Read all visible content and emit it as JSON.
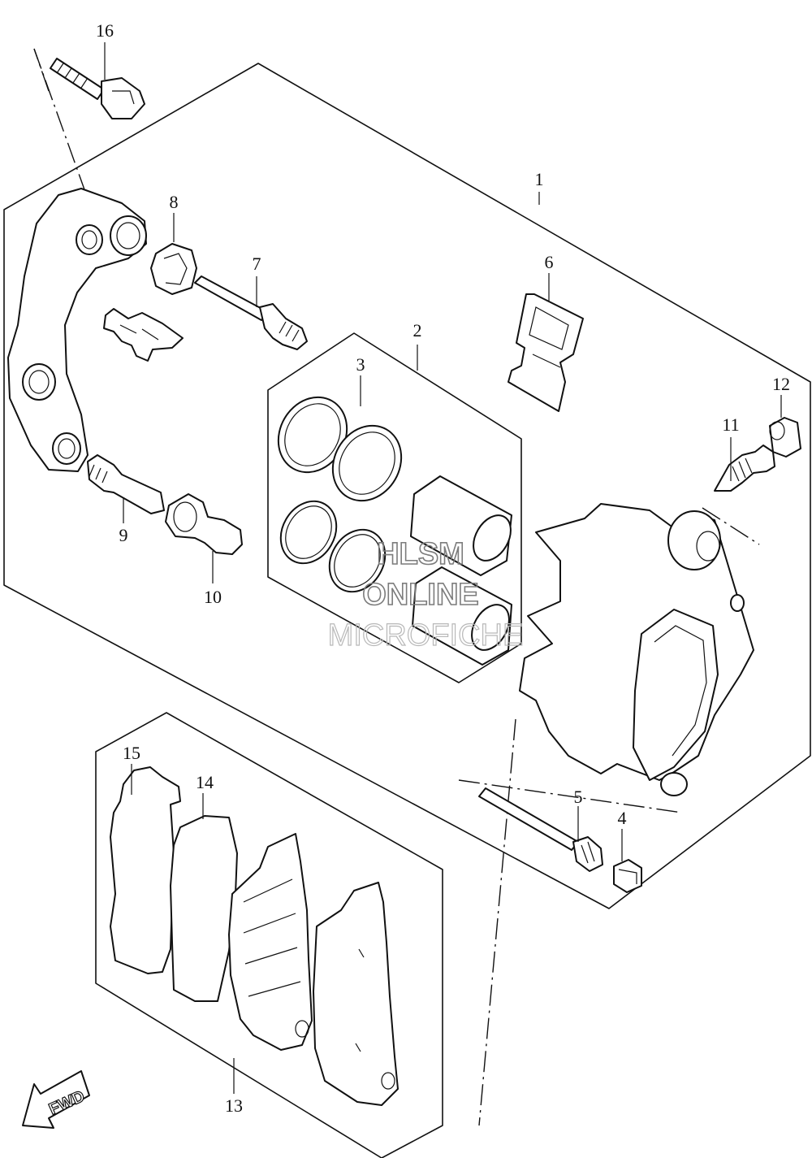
{
  "callouts": {
    "c1": "1",
    "c2": "2",
    "c3": "3",
    "c4": "4",
    "c5": "5",
    "c6": "6",
    "c7": "7",
    "c8": "8",
    "c9": "9",
    "c10": "10",
    "c11": "11",
    "c12": "12",
    "c13": "13",
    "c14": "14",
    "c15": "15",
    "c16": "16"
  },
  "watermark": {
    "line1": "HLSM",
    "line2": "ONLINE",
    "line3": "MICROFICHE"
  },
  "direction_marker": "FWD"
}
